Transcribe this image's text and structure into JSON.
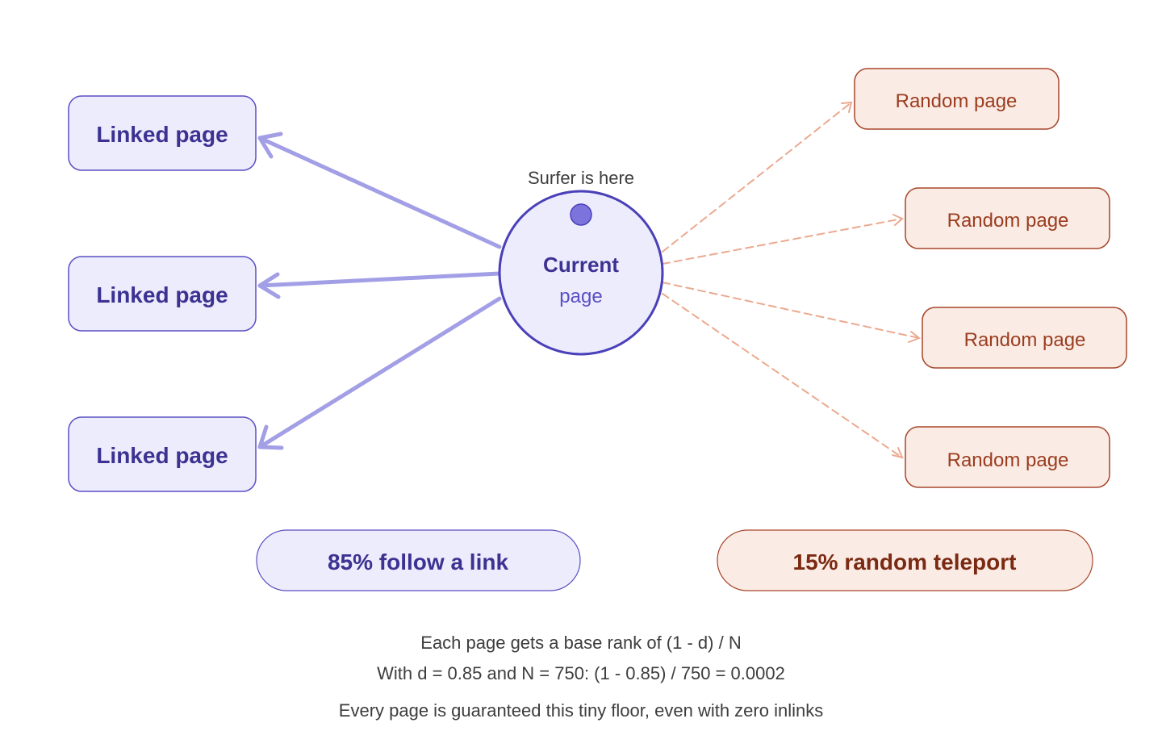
{
  "colors": {
    "link_stroke": "#a39fe6",
    "link_node_fill": "#edecfc",
    "link_node_border": "#5a4fc4",
    "link_text": "#3b3292",
    "current_fill": "#edecfc",
    "current_border": "#4a40b8",
    "surfer_dot_fill": "#7c74dc",
    "random_stroke": "#eba98f",
    "random_node_fill": "#fbebe5",
    "random_node_border": "#a8462a",
    "random_text": "#9a3d1f",
    "teleport_text": "#7a2a12",
    "note_text": "#3d3d3d"
  },
  "current_node": {
    "title": "Current",
    "subtitle": "page",
    "surfer_label": "Surfer is here",
    "surfer_icon": "surfer-dot-icon"
  },
  "linked_pages": [
    {
      "label": "Linked page"
    },
    {
      "label": "Linked page"
    },
    {
      "label": "Linked page"
    }
  ],
  "random_pages": [
    {
      "label": "Random page"
    },
    {
      "label": "Random page"
    },
    {
      "label": "Random page"
    },
    {
      "label": "Random page"
    }
  ],
  "legend": {
    "follow": "85% follow a link",
    "teleport": "15% random teleport"
  },
  "notes": {
    "line1": "Each page gets a base rank of (1 - d) / N",
    "line2": "With d = 0.85 and N = 750: (1 - 0.85) / 750 = 0.0002",
    "line3": "Every page is guaranteed this tiny floor, even with zero inlinks"
  }
}
